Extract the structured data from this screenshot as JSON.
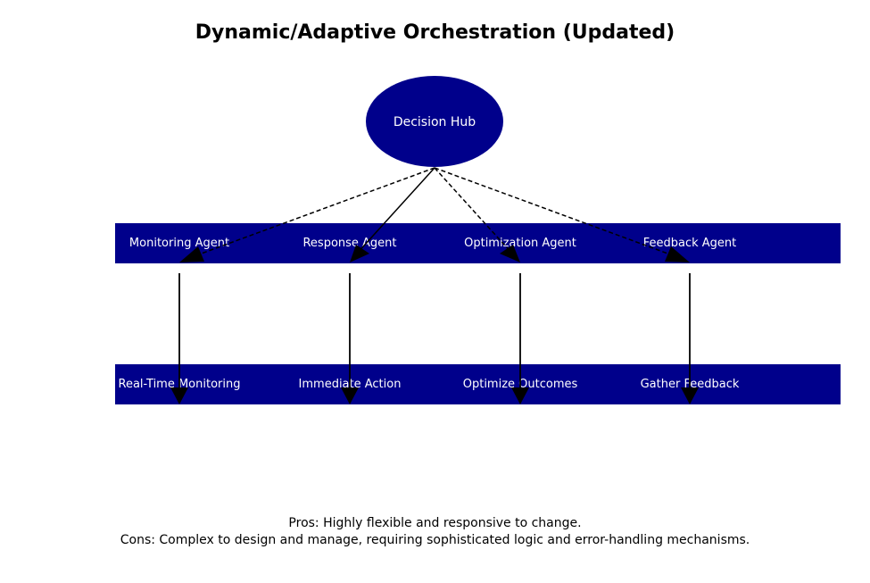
{
  "title": "Dynamic/Adaptive Orchestration (Updated)",
  "colors": {
    "node_fill": "#00008b",
    "text_on_node": "#ffffff",
    "edge": "#000000"
  },
  "hub": {
    "label": "Decision Hub"
  },
  "agents": [
    {
      "label": "Monitoring Agent",
      "link_style": "dashed"
    },
    {
      "label": "Response Agent",
      "link_style": "solid"
    },
    {
      "label": "Optimization Agent",
      "link_style": "dashed"
    },
    {
      "label": "Feedback Agent",
      "link_style": "dashed"
    }
  ],
  "outcomes": [
    {
      "label": "Real-Time Monitoring"
    },
    {
      "label": "Immediate Action"
    },
    {
      "label": "Optimize Outcomes"
    },
    {
      "label": "Gather Feedback"
    }
  ],
  "footer": {
    "pros": "Pros: Highly flexible and responsive to change.",
    "cons": "Cons: Complex to design and manage, requiring sophisticated logic and error-handling mechanisms."
  }
}
